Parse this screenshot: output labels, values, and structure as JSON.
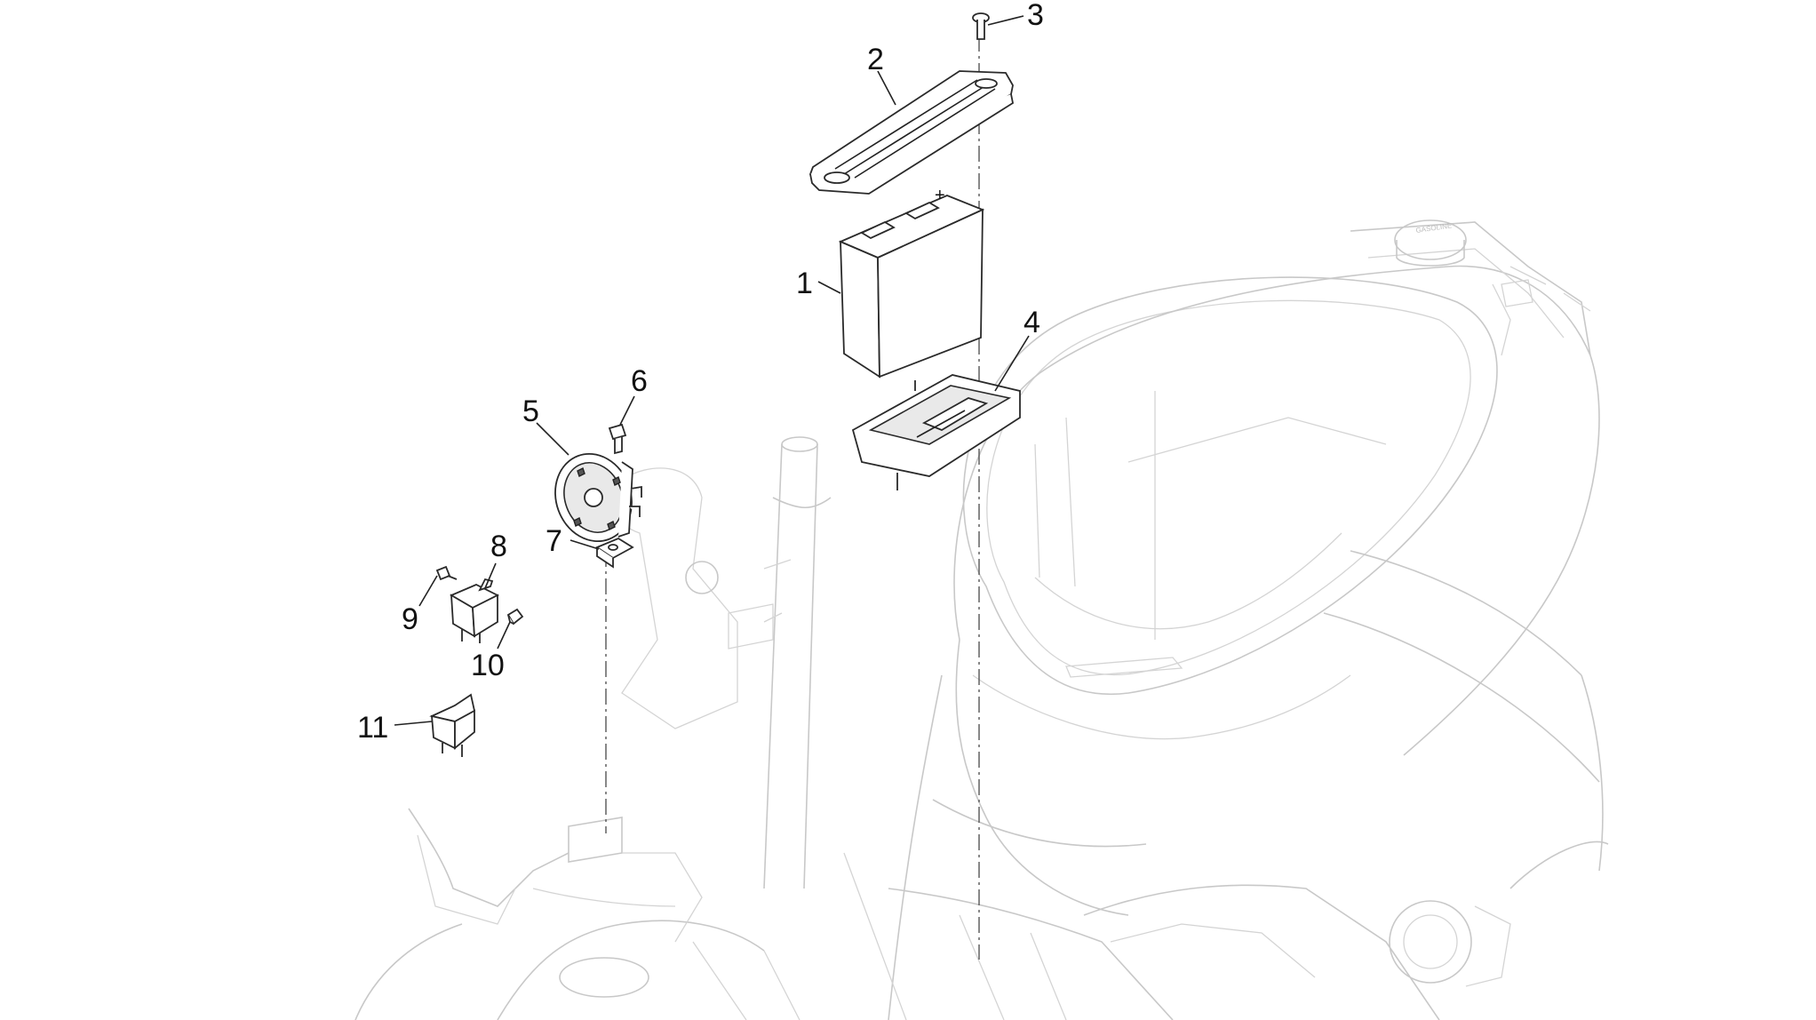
{
  "diagram": {
    "callouts": [
      {
        "id": "1",
        "label": "1"
      },
      {
        "id": "2",
        "label": "2"
      },
      {
        "id": "3",
        "label": "3"
      },
      {
        "id": "4",
        "label": "4"
      },
      {
        "id": "5",
        "label": "5"
      },
      {
        "id": "6",
        "label": "6"
      },
      {
        "id": "7",
        "label": "7"
      },
      {
        "id": "8",
        "label": "8"
      },
      {
        "id": "9",
        "label": "9"
      },
      {
        "id": "10",
        "label": "10"
      },
      {
        "id": "11",
        "label": "11"
      }
    ],
    "battery_terminal_symbol": "+",
    "fuel_cap_text": "GASOLINE"
  }
}
